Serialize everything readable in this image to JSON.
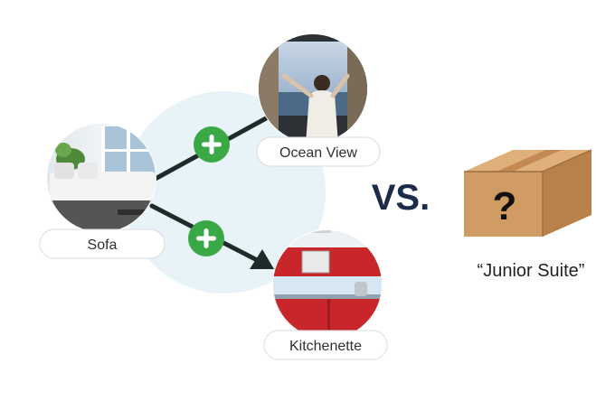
{
  "nodes": {
    "sofa": {
      "label": "Sofa"
    },
    "ocean_view": {
      "label": "Ocean View"
    },
    "kitchenette": {
      "label": "Kitchenette"
    }
  },
  "vs_text": "VS.",
  "mystery_box": {
    "mark": "?",
    "caption": "“Junior Suite”"
  },
  "colors": {
    "connector": "#1f2a2a",
    "plus_badge": "#3aa845",
    "halo": "#e7f3f7",
    "vs_text": "#1c2b4a",
    "box": "#cf9a63"
  },
  "icons": {
    "add": "plus-icon",
    "arrow": "arrow-head-icon",
    "box": "cardboard-box-icon"
  }
}
